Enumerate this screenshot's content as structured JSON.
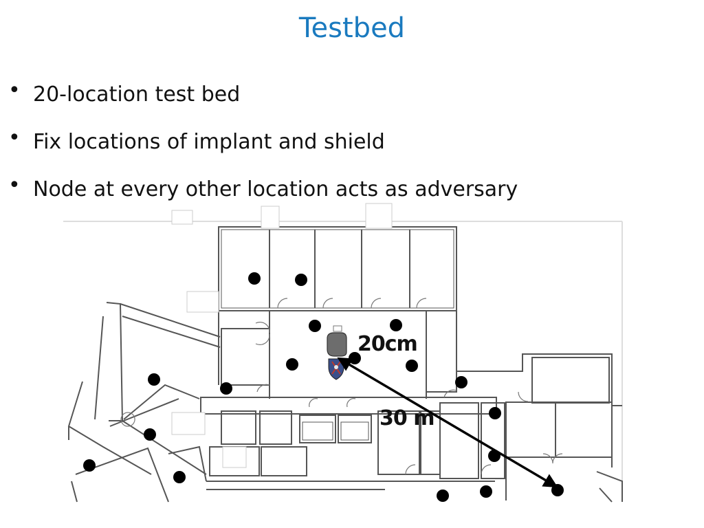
{
  "title": "Testbed",
  "bullets": [
    "20-location test bed",
    "Fix locations of implant and shield",
    "Node at every other location acts as adversary"
  ],
  "diagram": {
    "labels": {
      "shield_distance": "20cm",
      "adversary_distance": "30 m"
    },
    "node_color": "#000000",
    "arrow_color": "#000000",
    "icons": [
      "implant-device-icon",
      "shield-icon"
    ]
  }
}
